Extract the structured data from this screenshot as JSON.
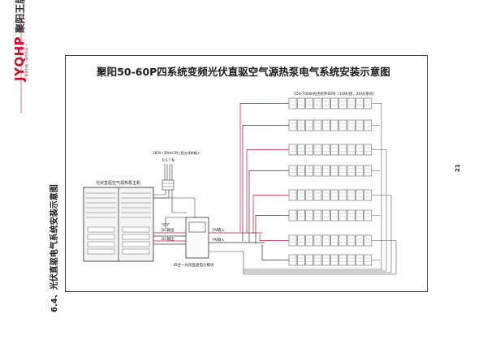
{
  "brand": {
    "logo_latin": "JYQHP",
    "logo_cn": "聚阳王牌",
    "slogan": "— 智慧节能 · 绿色家园 —"
  },
  "section_title": "6.4、光伏直驱电气系统安装示意图",
  "page_number": "21",
  "diagram": {
    "title": "聚阳50-60P四系统变频光伏直驱空气源热泵电气系统安装示意图",
    "pv_array_label": "550-700W光伏组件80块（10块/组，20块/系统）",
    "host_label": "光伏直驱空气源热泵主机",
    "power_supply_label": "380V~50Hz/3N三相五线制输入",
    "power_terminals": "R S T N",
    "module_label": "四合一光伏直驱电力模块",
    "dc_output_labels": [
      "DC输出",
      "DC输出"
    ],
    "pv_input_labels": [
      "PV输入",
      "PV输入"
    ],
    "ground_symbol": "接地",
    "colors": {
      "pv_line": "#c8102e",
      "wire": "#333333",
      "brand": "#c8102e"
    }
  }
}
